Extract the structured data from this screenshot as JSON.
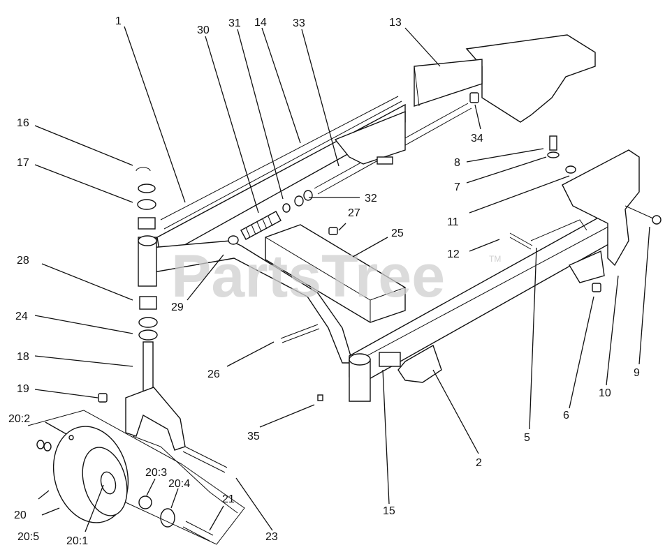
{
  "watermark": {
    "text": "PartsTree",
    "trademark": "TM"
  },
  "callouts": {
    "c1": "1",
    "c2": "2",
    "c5": "5",
    "c6": "6",
    "c7": "7",
    "c8": "8",
    "c9": "9",
    "c10": "10",
    "c11": "11",
    "c12": "12",
    "c13": "13",
    "c14": "14",
    "c15": "15",
    "c16": "16",
    "c17": "17",
    "c18": "18",
    "c19": "19",
    "c20": "20",
    "c20_1": "20:1",
    "c20_2": "20:2",
    "c20_3": "20:3",
    "c20_4": "20:4",
    "c20_5": "20:5",
    "c21": "21",
    "c23": "23",
    "c24": "24",
    "c25": "25",
    "c26": "26",
    "c27": "27",
    "c28": "28",
    "c29": "29",
    "c30": "30",
    "c31": "31",
    "c32": "32",
    "c33": "33",
    "c34": "34",
    "c35": "35"
  }
}
